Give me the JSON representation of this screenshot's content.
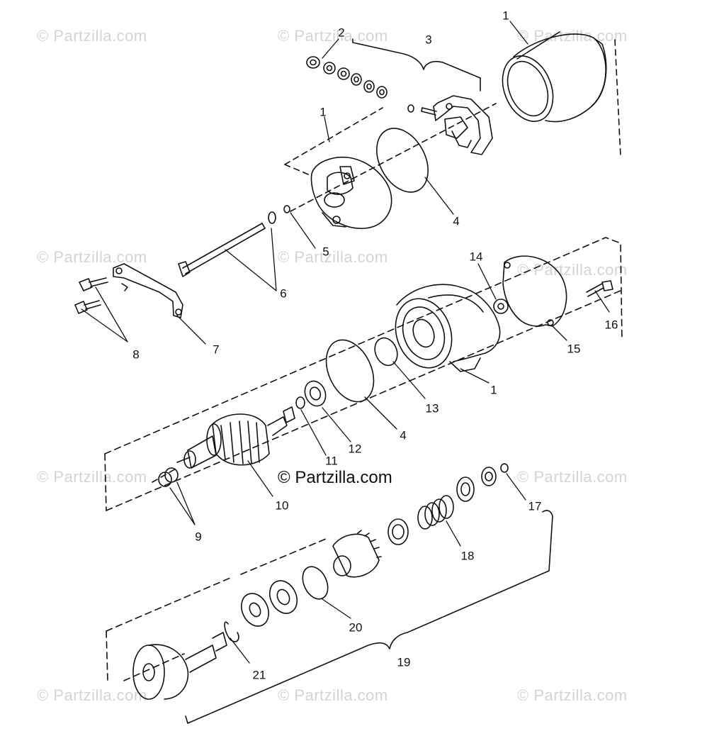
{
  "watermark": {
    "text": "© Partzilla.com",
    "center_text": "© Partzilla.com"
  },
  "callouts": {
    "c1a": "1",
    "c2": "2",
    "c3": "3",
    "c1b": "1",
    "c4a": "4",
    "c5": "5",
    "c6": "6",
    "c7": "7",
    "c8": "8",
    "c14": "14",
    "c16": "16",
    "c15": "15",
    "c1c": "1",
    "c13": "13",
    "c4b": "4",
    "c12": "12",
    "c11": "11",
    "c10": "10",
    "c9": "9",
    "c17": "17",
    "c18": "18",
    "c20": "20",
    "c19": "19",
    "c21": "21"
  },
  "colors": {
    "line": "#111111",
    "watermark": "#d4d4d4"
  }
}
